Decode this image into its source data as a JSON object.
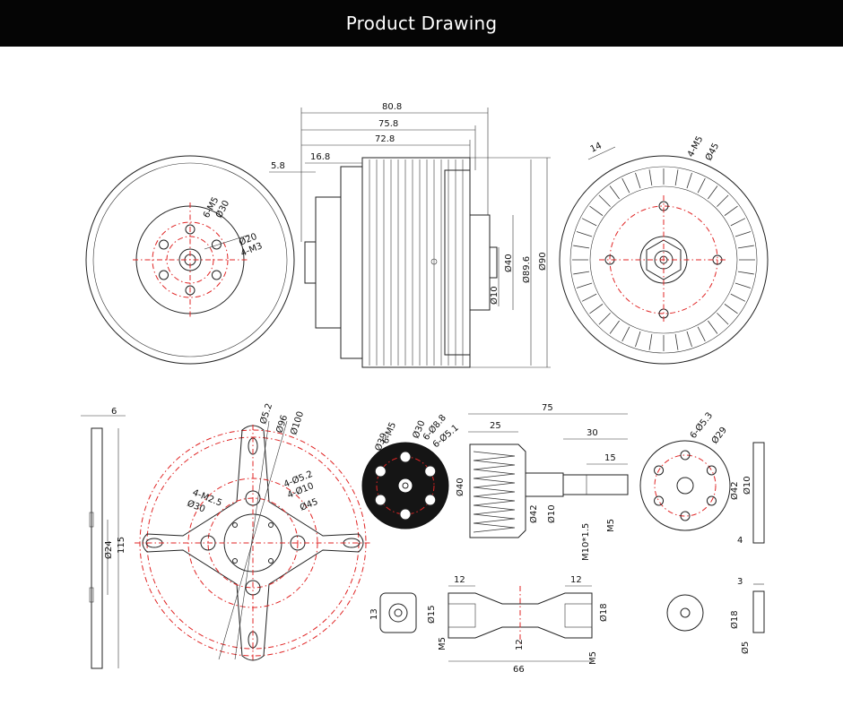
{
  "header": {
    "title": "Product Drawing"
  },
  "colors": {
    "header_bg": "#050505",
    "header_text": "#ffffff",
    "line": "#222222",
    "center_line": "#e02424"
  },
  "views": {
    "front_view": {
      "labels": [
        "6-M5",
        "Ø30",
        "Ø20",
        "4-M3"
      ]
    },
    "side_view": {
      "labels": [
        "80.8",
        "75.8",
        "72.8",
        "5.8",
        "16.8",
        "Ø40",
        "Ø89.6",
        "Ø90",
        "Ø10"
      ]
    },
    "rear_view": {
      "labels": [
        "14",
        "4-M5",
        "Ø45"
      ]
    },
    "mount_side": {
      "labels": [
        "6",
        "115",
        "Ø24"
      ]
    },
    "mount_plate": {
      "labels": [
        "Ø5.2",
        "Ø96",
        "Ø100",
        "4-Ø5.2",
        "4-Ø10",
        "Ø45",
        "4-M2.5",
        "Ø30"
      ]
    },
    "prop_adapter": {
      "labels": [
        "6-M5",
        "Ø30",
        "6-Ø8.8",
        "6-Ø5.1",
        "Ø39"
      ]
    },
    "shaft_adapter": {
      "labels": [
        "75",
        "25",
        "30",
        "15",
        "Ø40",
        "Ø42",
        "Ø10",
        "M5",
        "M10*1.5"
      ]
    },
    "adapter_disc": {
      "labels": [
        "6-Ø5.3",
        "Ø29",
        "Ø42",
        "Ø10",
        "4"
      ]
    },
    "spacer": {
      "labels": [
        "13",
        "Ø15"
      ]
    },
    "long_shaft": {
      "labels": [
        "12",
        "12",
        "Ø18",
        "M5",
        "12",
        "66",
        "M5"
      ]
    },
    "washer": {
      "labels": [
        "3",
        "Ø18",
        "Ø5"
      ]
    }
  }
}
